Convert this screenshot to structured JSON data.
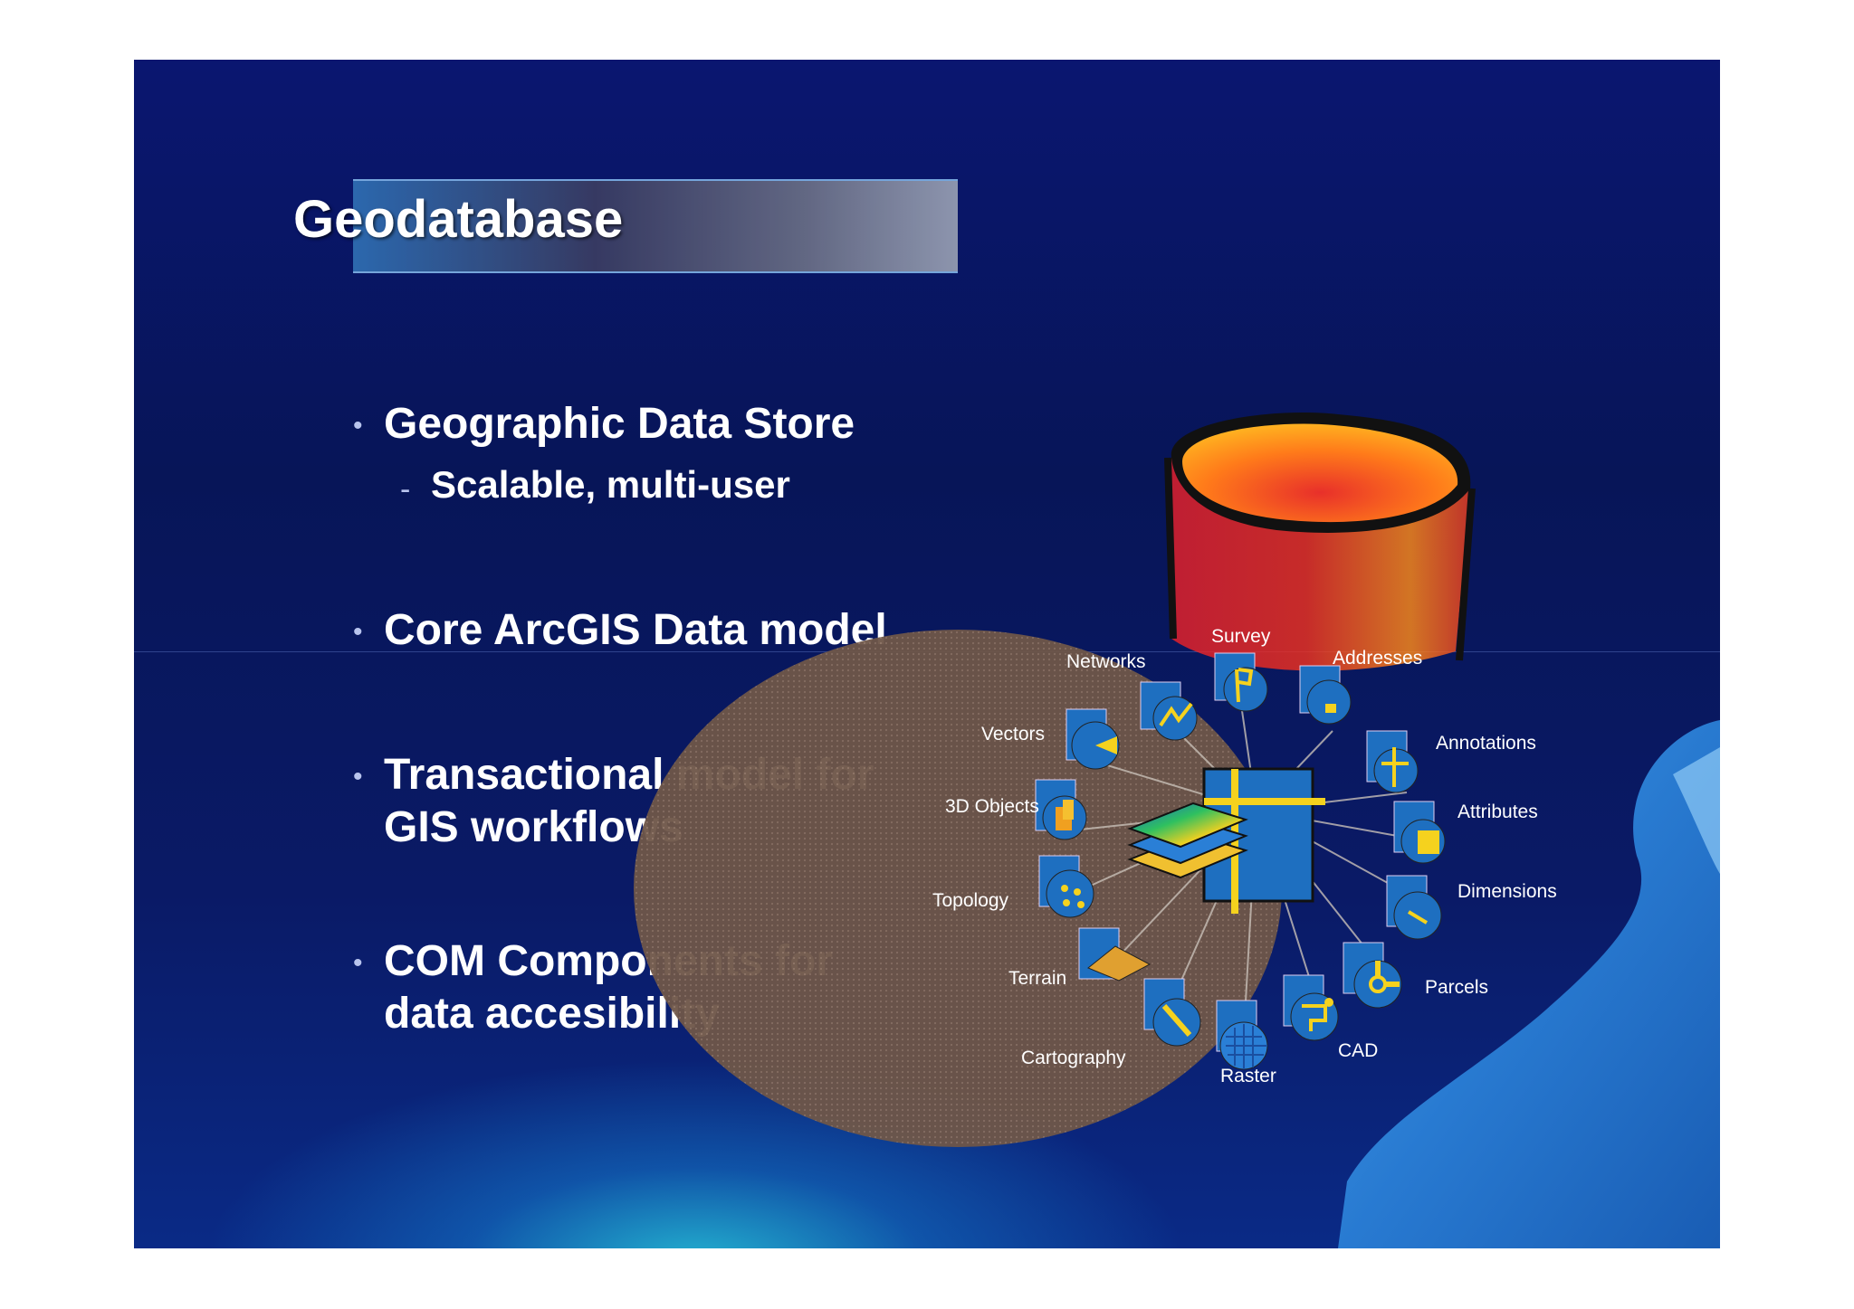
{
  "slide": {
    "title": "Geodatabase",
    "bullets": [
      {
        "text": "Geographic Data Store",
        "marker": "•"
      },
      {
        "text": "Core ArcGIS Data model",
        "marker": "•"
      },
      {
        "text": "Transactional model for GIS workflows",
        "marker": "•"
      },
      {
        "text": "COM Components for data accesibility",
        "marker": "•"
      }
    ],
    "sub_bullet": {
      "text": "Scalable, multi-user",
      "marker": "-"
    }
  },
  "diagram": {
    "labels": {
      "survey": "Survey",
      "networks": "Networks",
      "addresses": "Addresses",
      "vectors": "Vectors",
      "annotations": "Annotations",
      "objects3d": "3D Objects",
      "attributes": "Attributes",
      "topology": "Topology",
      "dimensions": "Dimensions",
      "terrain": "Terrain",
      "parcels": "Parcels",
      "cartography": "Cartography",
      "cad": "CAD",
      "raster": "Raster"
    },
    "colors": {
      "cylinder_orange": "#ff9a1a",
      "cylinder_red": "#e8202a",
      "disc_brown": "#6e5648",
      "icon_blue": "#1e6fc0",
      "accent_yellow": "#f5d21e"
    }
  }
}
